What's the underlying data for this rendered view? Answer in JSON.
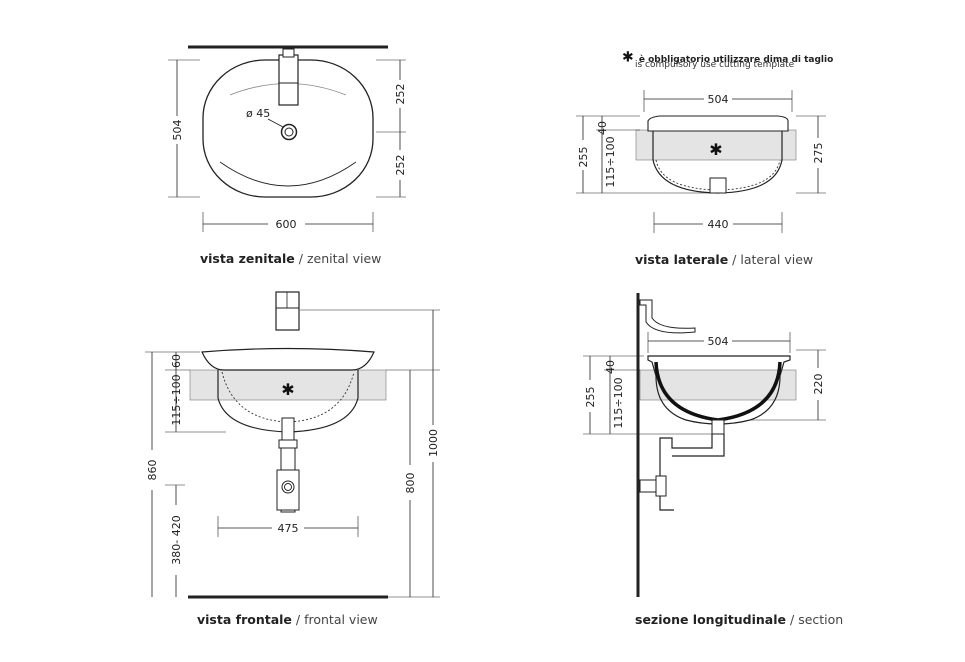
{
  "note": {
    "symbol": "✱",
    "it": "è obbligatorio utilizzare dima di taglio",
    "en": "is compulsory use cutting template"
  },
  "views": {
    "zenital": {
      "label_it": "vista zenitale",
      "label_en": "zenital view"
    },
    "lateral": {
      "label_it": "vista laterale",
      "label_en": "lateral view"
    },
    "frontal": {
      "label_it": "vista frontale",
      "label_en": "frontal view"
    },
    "section": {
      "label_it": "sezione longitudinale",
      "label_en": "section"
    }
  },
  "separator": "/",
  "dims": {
    "zenital": {
      "depth": "504",
      "half_top": "252",
      "half_bottom": "252",
      "width": "600",
      "hole": "ø 45"
    },
    "lateral": {
      "top_width": "504",
      "bottom_width": "440",
      "total": "255",
      "rim": "40",
      "counter": "115÷100",
      "height": "275",
      "star": "✱"
    },
    "frontal": {
      "rim": "60",
      "counter": "115÷100",
      "floor_top": "860",
      "floor_bottom": "380- 420",
      "width": "475",
      "h800": "800",
      "h1000": "1000",
      "star": "✱"
    },
    "section": {
      "width": "504",
      "total": "255",
      "rim": "40",
      "counter": "115÷100",
      "depth": "220"
    }
  }
}
